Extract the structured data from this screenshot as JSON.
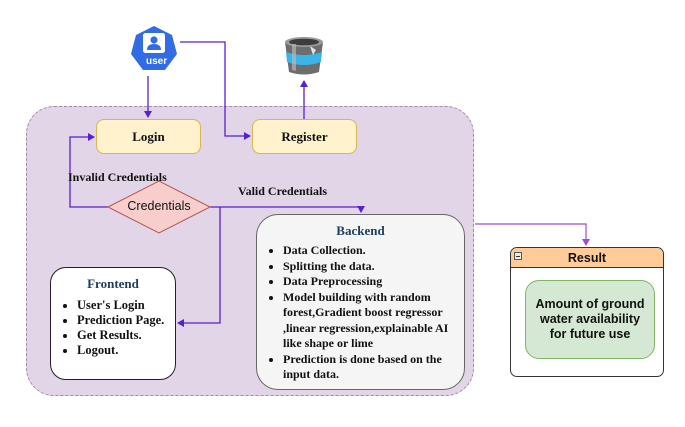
{
  "diagram": {
    "user_icon_label": "user",
    "database_icon": "database-icon",
    "nodes": {
      "login": "Login",
      "register": "Register",
      "credentials": "Credentials"
    },
    "edge_labels": {
      "invalid": "Invalid Credentials",
      "valid": "Valid Credentials"
    },
    "frontend": {
      "title": "Frontend",
      "items": [
        "User's Login",
        "Prediction Page.",
        "Get Results.",
        "Logout."
      ]
    },
    "backend": {
      "title": "Backend",
      "items": [
        "Data Collection.",
        "Splitting the data.",
        "Data Preprocessing",
        "Model building with random forest,Gradient boost regressor ,linear regression,explainable AI like shape or lime",
        "Prediction is done based on the input data."
      ]
    },
    "result": {
      "title": "Result",
      "content": "Amount of ground water availability for future use"
    },
    "colors": {
      "arrow": "#5a1fd1",
      "container": "#e1d5e7",
      "box": "#fff2cc",
      "diamond": "#f8cecc",
      "result_header": "#ffcc99",
      "result_content": "#d5e8d4",
      "user_icon": "#326ce5"
    }
  }
}
